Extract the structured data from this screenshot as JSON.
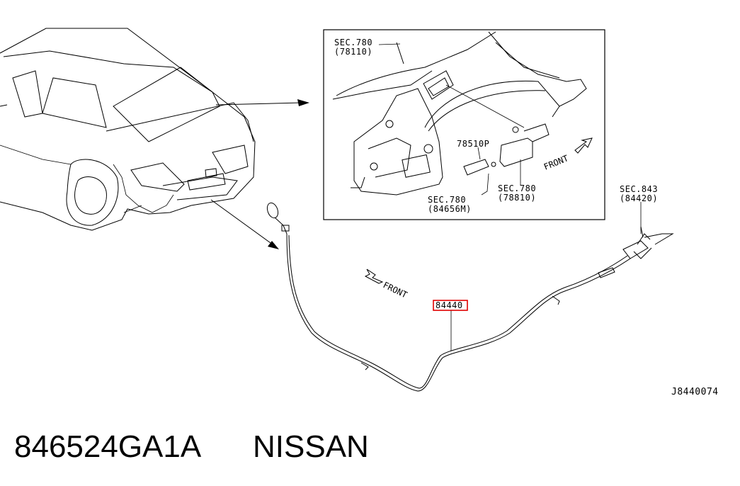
{
  "callouts": {
    "sec780_top": {
      "line1": "SEC.780",
      "line2": "(78110)"
    },
    "part_78510p": "78510P",
    "sec780_left": {
      "line1": "SEC.780",
      "line2": "(84656M)"
    },
    "sec780_right": {
      "line1": "SEC.780",
      "line2": "(78810)"
    },
    "front_inset": "FRONT",
    "sec843": {
      "line1": "SEC.843",
      "line2": "(84420)"
    },
    "front_main": "FRONT",
    "part_84440": "84440",
    "diagram_code": "J8440074"
  },
  "caption": {
    "part_number": "846524GA1A",
    "brand": "NISSAN"
  },
  "colors": {
    "line": "#000000",
    "highlight": "#e00000",
    "background": "#ffffff"
  }
}
